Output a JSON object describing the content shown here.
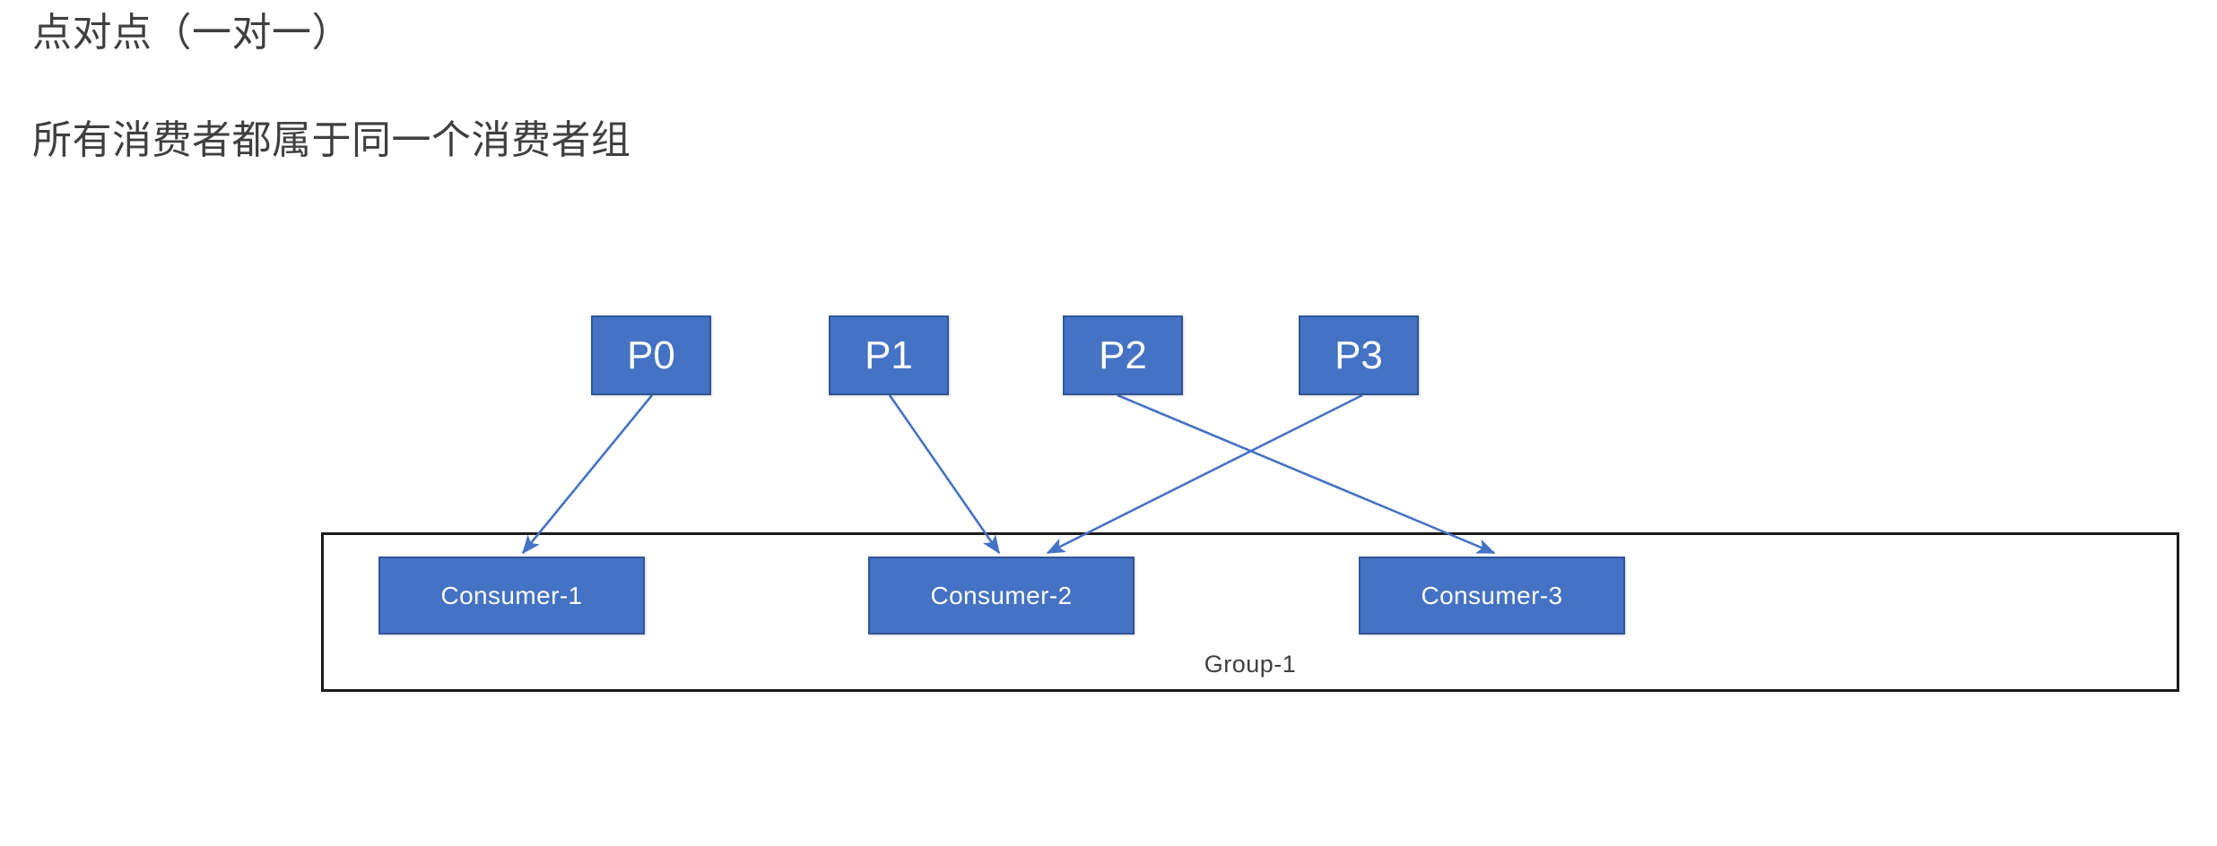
{
  "headings": {
    "line1": "点对点（一对一）",
    "line2": "所有消费者都属于同一个消费者组"
  },
  "diagram": {
    "type": "kafka-consumer-group-assignment",
    "colors": {
      "node_fill": "#4472C4",
      "node_border": "#2F5597",
      "node_text": "#FFFFFF",
      "connector": "#4472C4",
      "group_border": "#1A1A1A",
      "heading_text": "#3F3F3F",
      "background": "#FFFFFF"
    },
    "partitions": [
      {
        "id": "p0",
        "label": "P0"
      },
      {
        "id": "p1",
        "label": "P1"
      },
      {
        "id": "p2",
        "label": "P2"
      },
      {
        "id": "p3",
        "label": "P3"
      }
    ],
    "group": {
      "label": "Group-1",
      "consumers": [
        {
          "id": "consumer-1",
          "label": "Consumer-1"
        },
        {
          "id": "consumer-2",
          "label": "Consumer-2"
        },
        {
          "id": "consumer-3",
          "label": "Consumer-3"
        }
      ]
    },
    "connections": [
      {
        "from": "P0",
        "to": "Consumer-1"
      },
      {
        "from": "P1",
        "to": "Consumer-2"
      },
      {
        "from": "P2",
        "to": "Consumer-3"
      },
      {
        "from": "P3",
        "to": "Consumer-2"
      }
    ]
  }
}
